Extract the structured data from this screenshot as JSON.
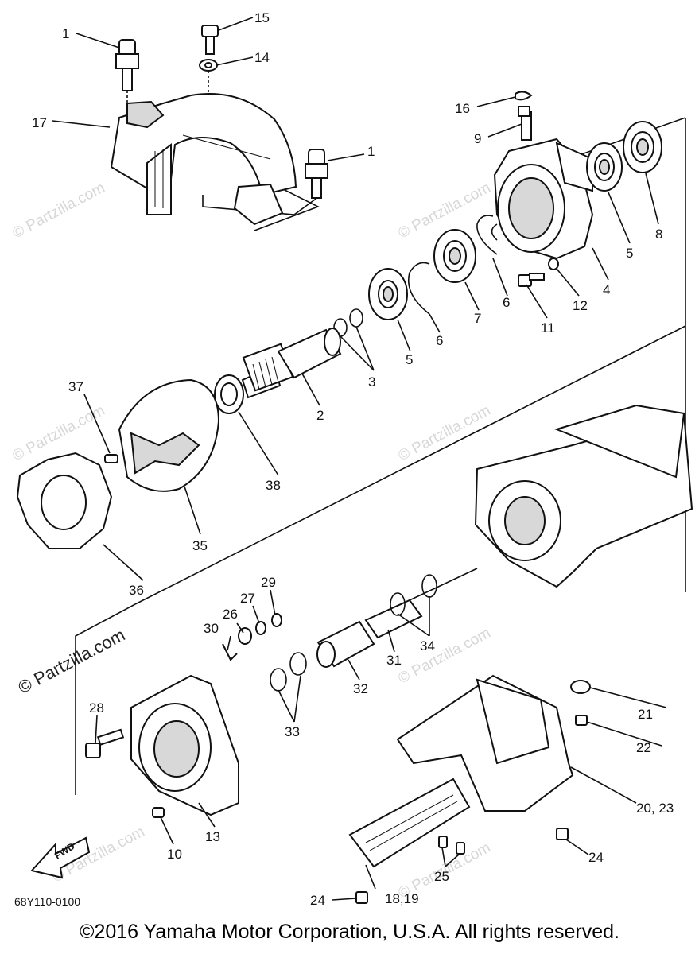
{
  "diagram": {
    "drawing_code": "68Y110-0100",
    "fwd_label": "FWD",
    "copyright": "©2016 Yamaha Motor Corporation, U.S.A. All rights reserved.",
    "watermark": "© Partzilla.com",
    "watermark_bold": "© Partzilla.com",
    "callouts": {
      "c1a": "1",
      "c1b": "1",
      "c2": "2",
      "c3": "3",
      "c4": "4",
      "c5a": "5",
      "c5b": "5",
      "c6a": "6",
      "c6b": "6",
      "c7": "7",
      "c8": "8",
      "c9": "9",
      "c10": "10",
      "c11": "11",
      "c12": "12",
      "c13": "13",
      "c14": "14",
      "c15": "15",
      "c16": "16",
      "c17": "17",
      "c2023": "20, 23",
      "c21": "21",
      "c22": "22",
      "c24a": "24",
      "c24b": "24",
      "c25": "25",
      "c26": "26",
      "c27": "27",
      "c28": "28",
      "c29": "29",
      "c30": "30",
      "c31": "31",
      "c32": "32",
      "c33": "33",
      "c34": "34",
      "c35": "35",
      "c36": "36",
      "c37": "37",
      "c38": "38",
      "c1819": "18,19"
    }
  }
}
